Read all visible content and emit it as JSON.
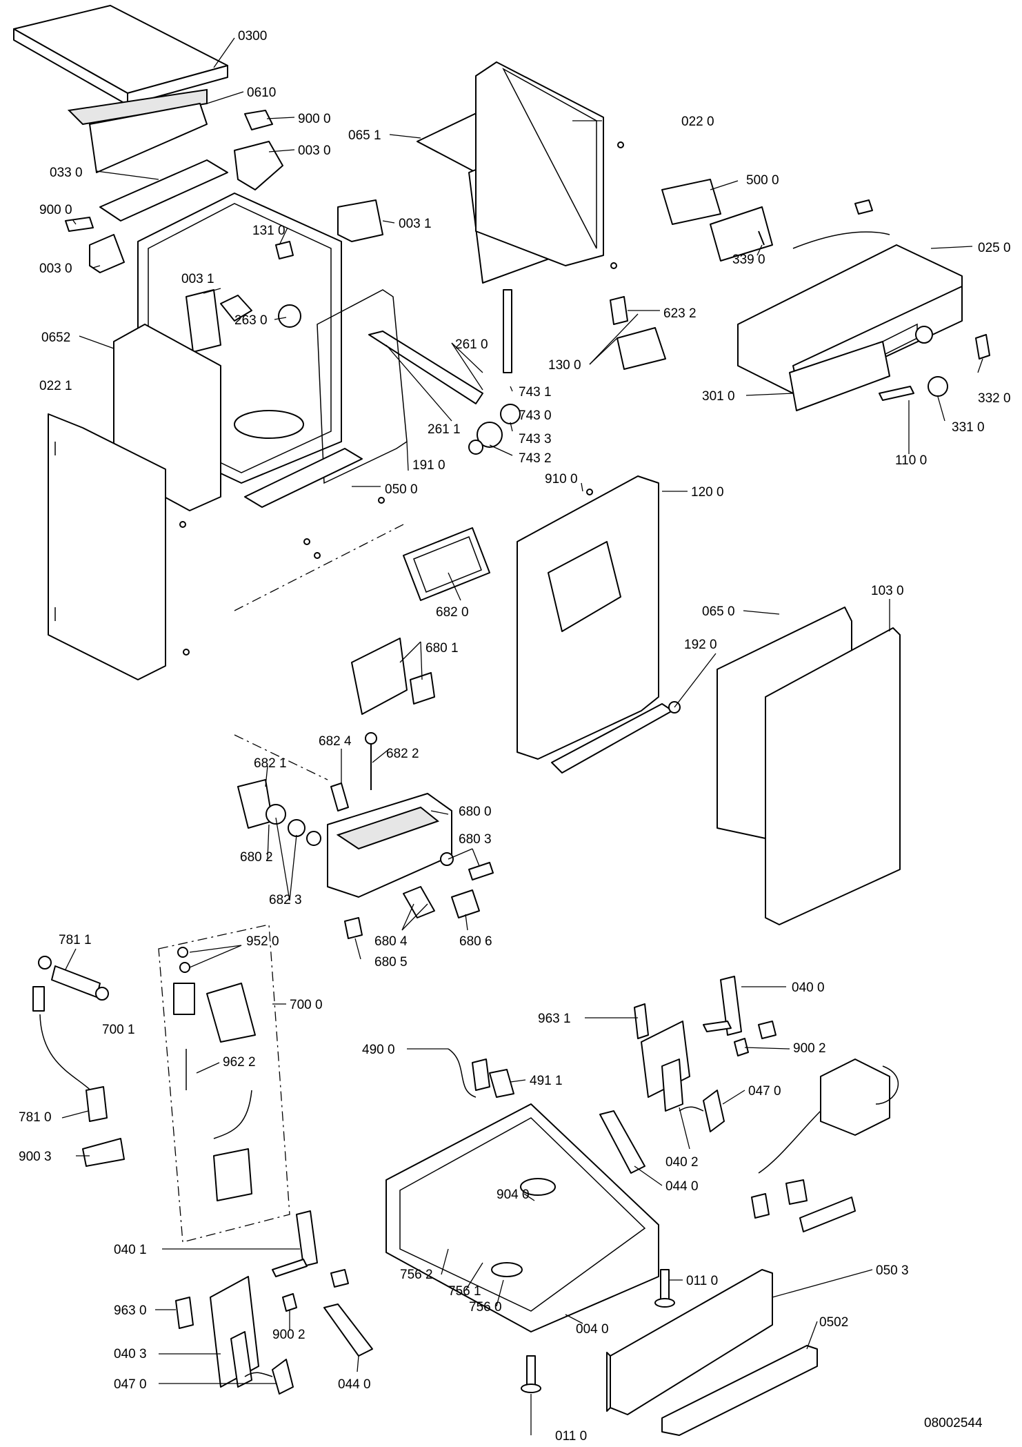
{
  "drawing_number": "08002544",
  "labels": [
    "0300",
    "0610",
    "900 0",
    "003 0",
    "065 1",
    "022 0",
    "033 0",
    "900 0",
    "131 0",
    "003 1",
    "003 0",
    "500 0",
    "025 0",
    "003 1",
    "623 2",
    "339 0",
    "263 0",
    "0652",
    "261 0",
    "130 0",
    "022 1",
    "743 1",
    "743 0",
    "332 0",
    "301 0",
    "261 1",
    "743 3",
    "331 0",
    "191 0",
    "743 2",
    "110 0",
    "910 0",
    "050 0",
    "120 0",
    "103 0",
    "065 0",
    "682 0",
    "192 0",
    "680 1",
    "682 4",
    "682 2",
    "682 1",
    "680 0",
    "680 3",
    "680 2",
    "682 3",
    "680 4",
    "680 6",
    "680 5",
    "781 1",
    "952 0",
    "700 0",
    "700 1",
    "040 0",
    "963 1",
    "900 2",
    "490 0",
    "491 1",
    "962 2",
    "047 0",
    "781 0",
    "040 2",
    "044 0",
    "900 3",
    "904 0",
    "040 1",
    "011 0",
    "050 3",
    "756 2",
    "756 1",
    "963 0",
    "756 0",
    "900 2",
    "004 0",
    "0502",
    "040 3",
    "047 0",
    "044 0",
    "011 0"
  ]
}
